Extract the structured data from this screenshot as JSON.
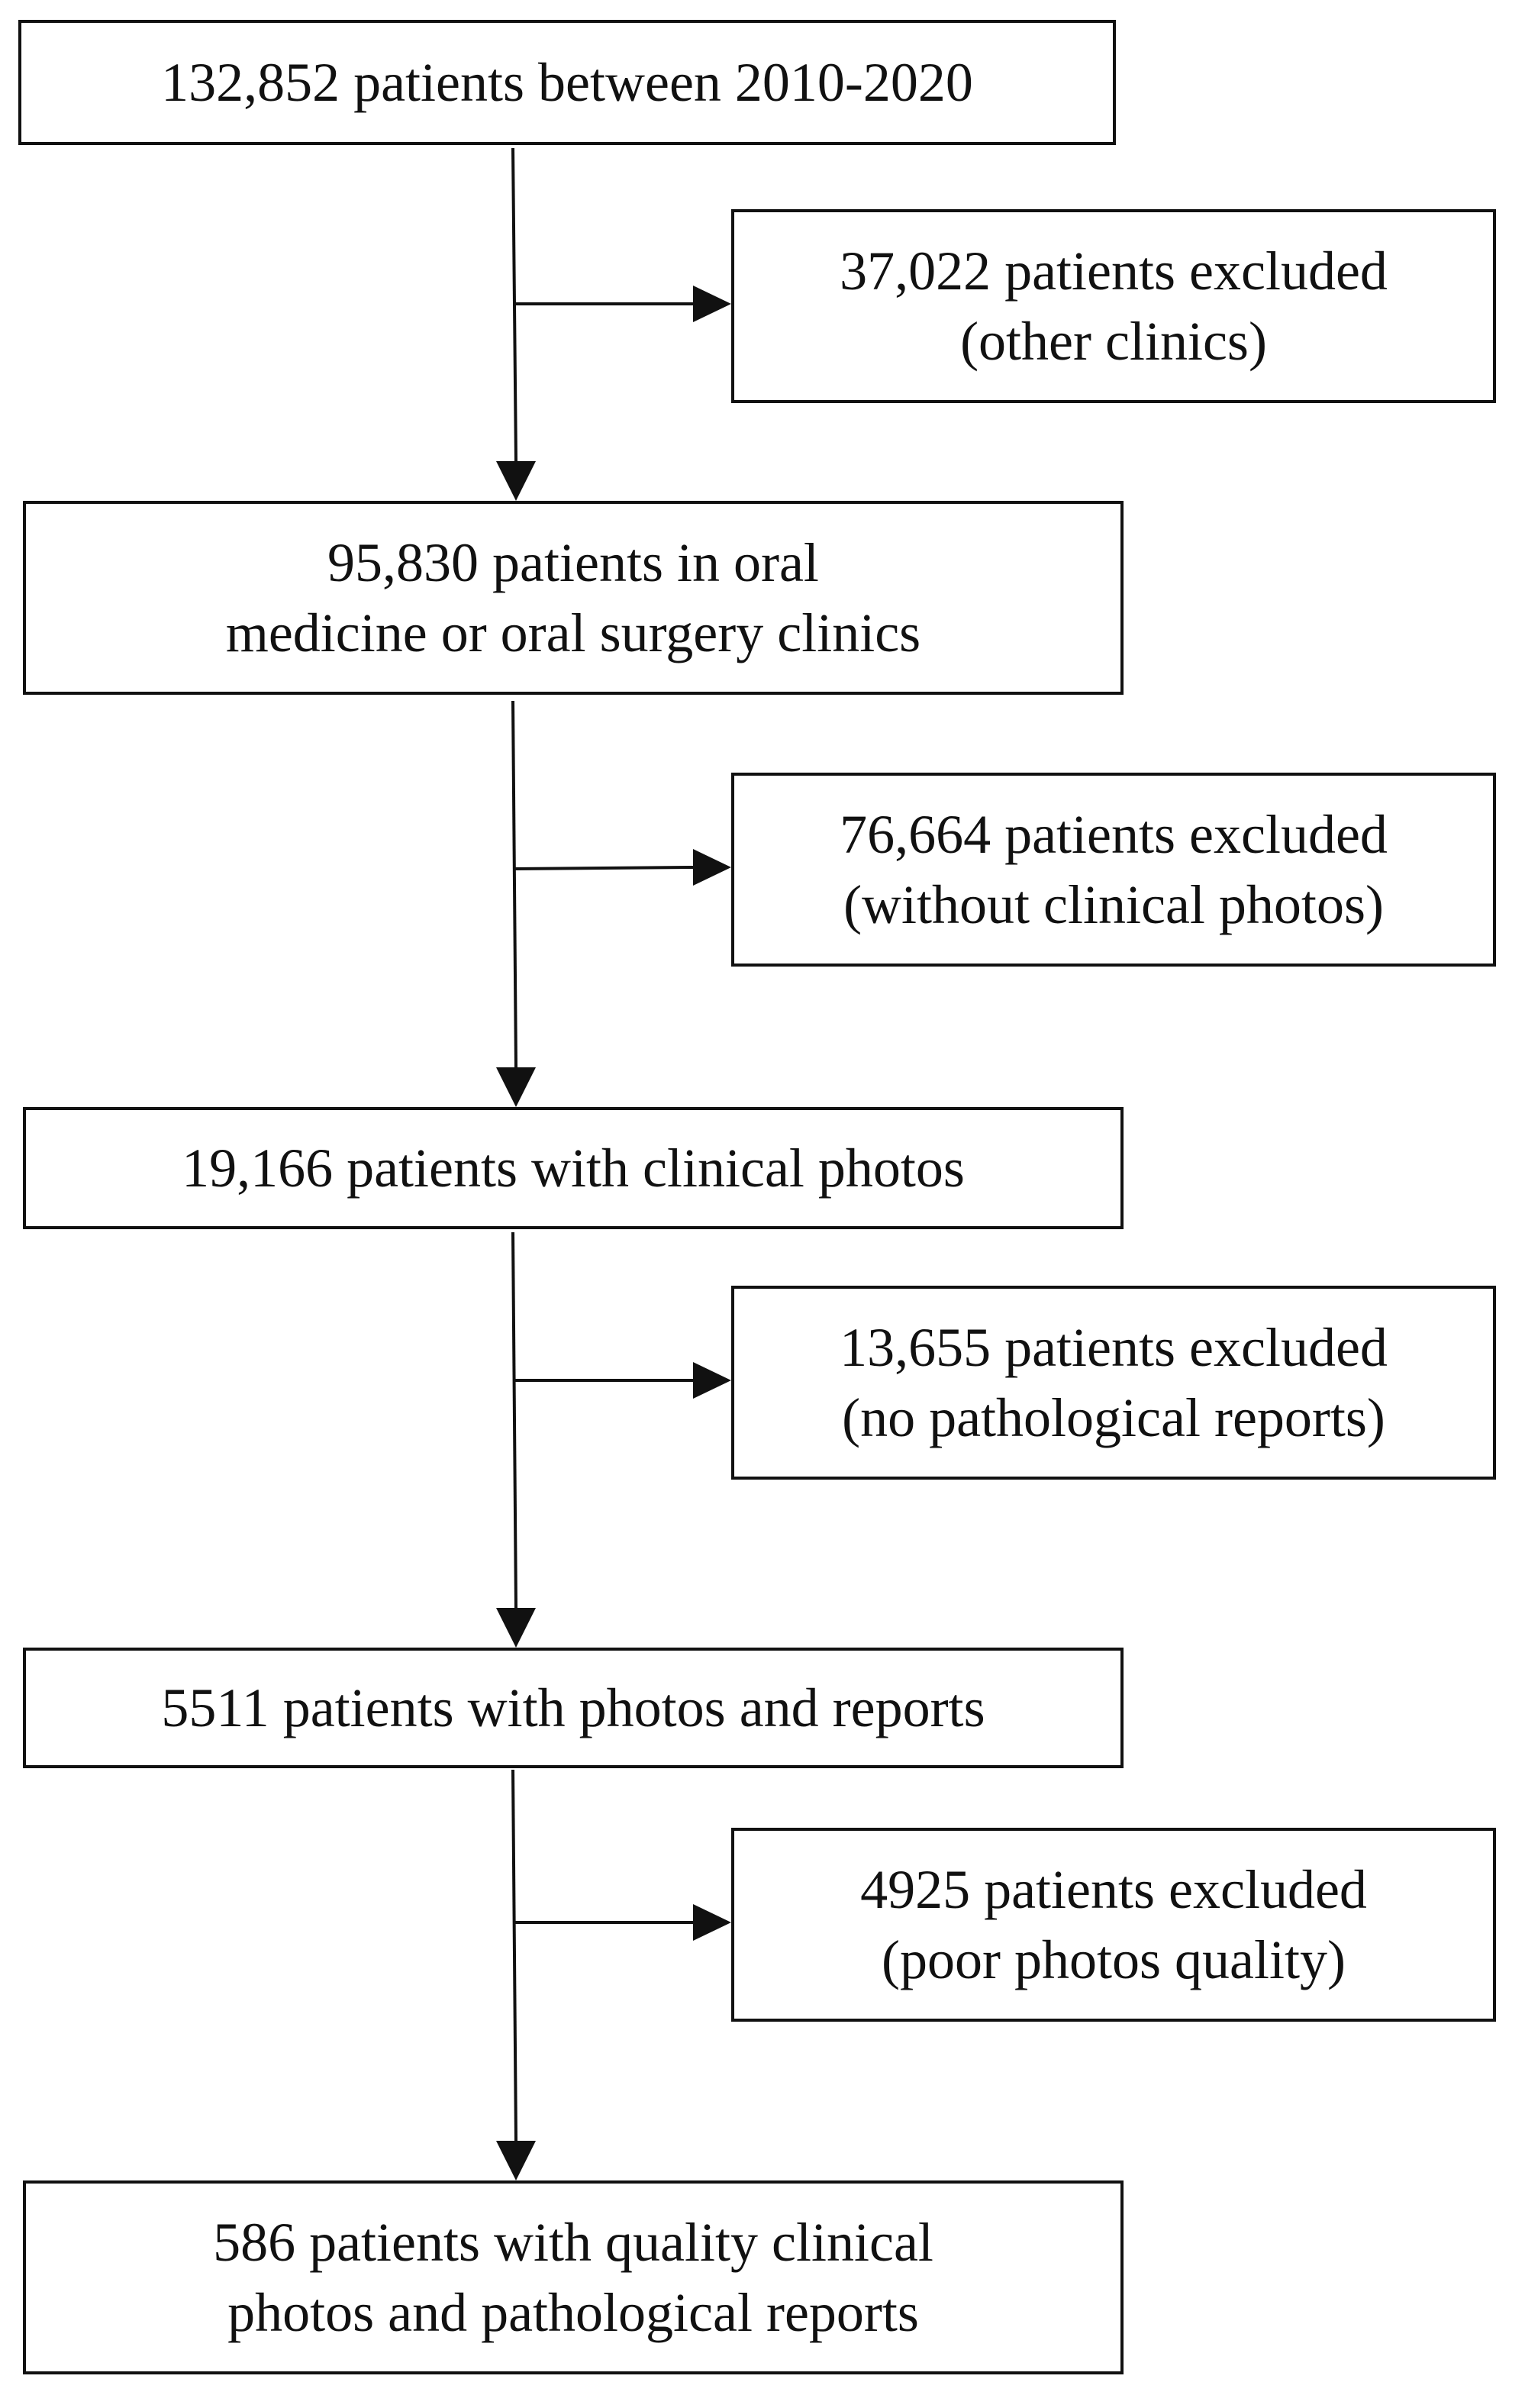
{
  "flowchart": {
    "main": [
      {
        "lines": [
          "132,852 patients between 2010-2020"
        ]
      },
      {
        "lines": [
          "95,830 patients in oral",
          "medicine or oral surgery clinics"
        ]
      },
      {
        "lines": [
          "19,166 patients with clinical photos"
        ]
      },
      {
        "lines": [
          "5511 patients with photos and reports"
        ]
      },
      {
        "lines": [
          "586 patients with quality clinical",
          "photos and pathological reports"
        ]
      }
    ],
    "excluded": [
      {
        "lines": [
          "37,022 patients excluded",
          "(other clinics)"
        ]
      },
      {
        "lines": [
          "76,664 patients excluded",
          "(without clinical photos)"
        ]
      },
      {
        "lines": [
          "13,655 patients excluded",
          "(no pathological reports)"
        ]
      },
      {
        "lines": [
          "4925 patients excluded",
          "(poor photos quality)"
        ]
      }
    ],
    "colors": {
      "stroke": "#111111",
      "background": "#ffffff",
      "text": "#111111"
    }
  }
}
